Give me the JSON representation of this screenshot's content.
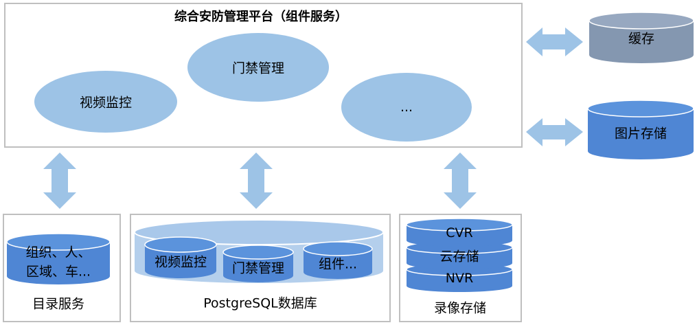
{
  "platform": {
    "title": "综合安防管理平台（组件服务）",
    "modules": [
      "视频监控",
      "门禁管理",
      "..."
    ]
  },
  "side_storage": {
    "cache": "缓存",
    "image": "图片存储"
  },
  "directory": {
    "db_text_1": "组织、人、",
    "db_text_2": "区域、车...",
    "label": "目录服务"
  },
  "postgres": {
    "inner": [
      "视频监控",
      "门禁管理",
      "组件..."
    ],
    "label": "PostgreSQL数据库"
  },
  "recording": {
    "layers": [
      "CVR",
      "云存储",
      "NVR"
    ],
    "label": "录像存储"
  },
  "colors": {
    "ellipse": "#9dc3e6",
    "db_dark": "#4f86d4",
    "db_grey": "#8497b0",
    "arrow": "#9dc3e6",
    "border": "#bfbfbf"
  }
}
